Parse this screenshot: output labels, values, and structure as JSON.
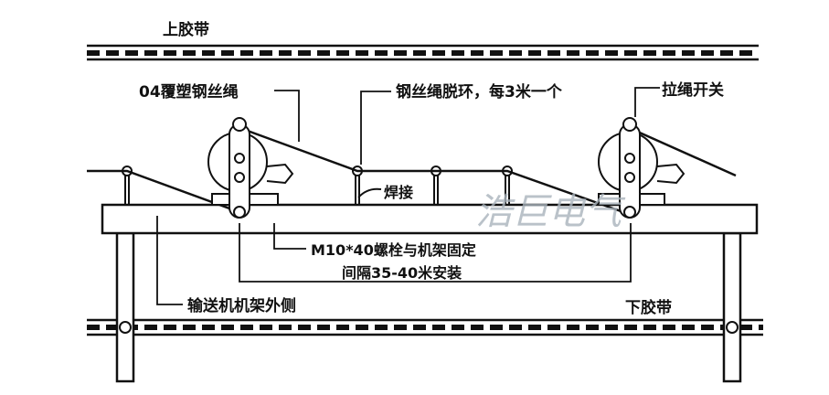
{
  "labels": {
    "upper_belt": "上胶带",
    "lower_belt": "下胶带",
    "rope": "04覆塑钢丝绳",
    "rope_ring": "钢丝绳脱环，每3米一个",
    "pull_switch": "拉绳开关",
    "weld": "焊接",
    "bolt": "M10*40螺栓与机架固定",
    "interval": "间隔35-40米安装",
    "frame_outer": "输送机机架外侧"
  },
  "watermark": "浩巨电气",
  "colors": {
    "line": "#111111",
    "watermark": "#a9b3bc"
  }
}
